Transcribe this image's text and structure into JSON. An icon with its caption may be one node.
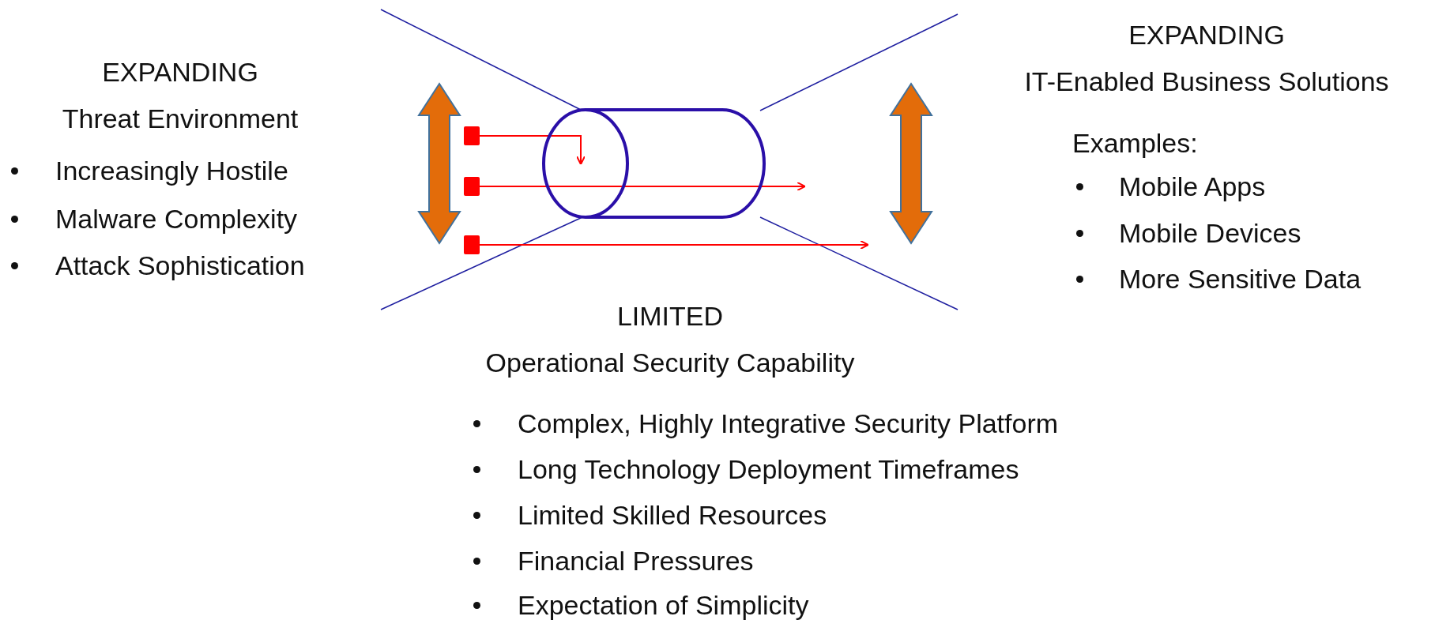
{
  "diagram": {
    "nodes": [
      {
        "text": [],
        "shape": "box"
      },
      {
        "text": [],
        "shape": "box"
      },
      {
        "text": [],
        "shape": "box"
      },
      {
        "text": [],
        "shape": "cylinder"
      }
    ],
    "edges": [
      {
        "from": 0,
        "to": 3,
        "arrow": "to"
      },
      {
        "from": 1,
        "to": null,
        "arrow": "to"
      },
      {
        "from": 2,
        "to": null,
        "arrow": "to"
      }
    ],
    "labels": [
      "EXPANDING",
      "Threat Environment",
      "Increasingly Hostile",
      "Malware Complexity",
      "Attack Sophistication",
      "EXPANDING",
      "IT-Enabled Business Solutions",
      "Examples:",
      "Mobile Apps",
      "Mobile Devices",
      "More Sensitive Data",
      "LIMITED",
      "Operational Security Capability",
      "Complex, Highly Integrative Security Platform",
      "Long Technology Deployment Timeframes",
      "Limited Skilled Resources",
      "Financial Pressures",
      "Expectation of Simplicity"
    ]
  }
}
